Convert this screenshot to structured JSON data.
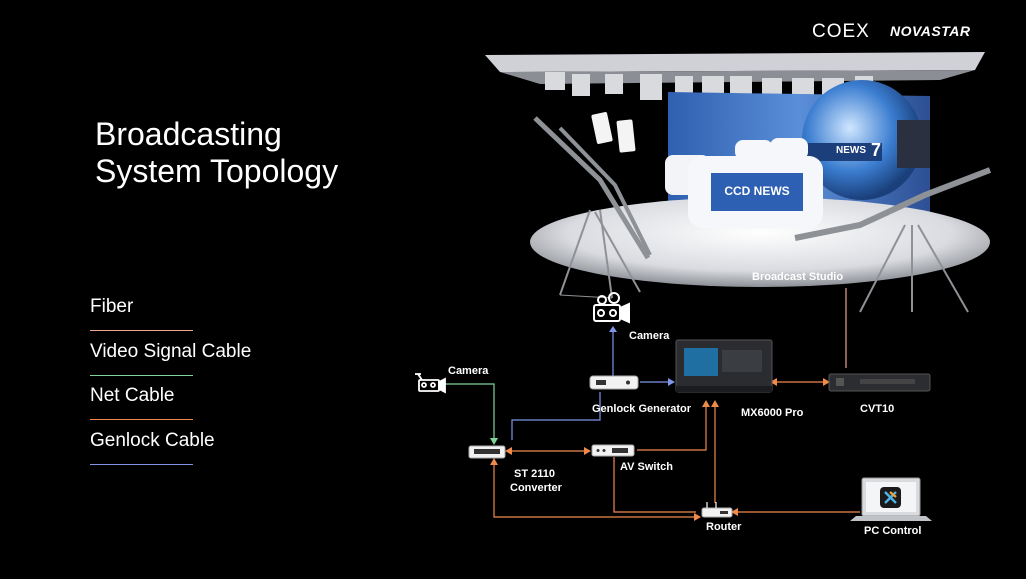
{
  "logos": {
    "coex": "COEX",
    "novastar": "NOVASTAR"
  },
  "title": {
    "line1": "Broadcasting",
    "line2": "System Topology"
  },
  "legend": [
    {
      "label": "Fiber",
      "color": "#f0a58f"
    },
    {
      "label": "Video Signal Cable",
      "color": "#7fd49a"
    },
    {
      "label": "Net Cable",
      "color": "#f08a4b"
    },
    {
      "label": "Genlock Cable",
      "color": "#7f95e8"
    }
  ],
  "studio": {
    "label": "Broadcast Studio",
    "desk_text": "CCD NEWS",
    "screen_text": "NEWS",
    "screen_number": "7"
  },
  "devices": {
    "camera_top": "Camera",
    "camera_left": "Camera",
    "genlock_generator": "Genlock Generator",
    "mx6000": "MX6000 Pro",
    "cvt10": "CVT10",
    "st2110_line1": "ST 2110",
    "st2110_line2": "Converter",
    "av_switch": "AV Switch",
    "router": "Router",
    "pc_control": "PC Control"
  }
}
